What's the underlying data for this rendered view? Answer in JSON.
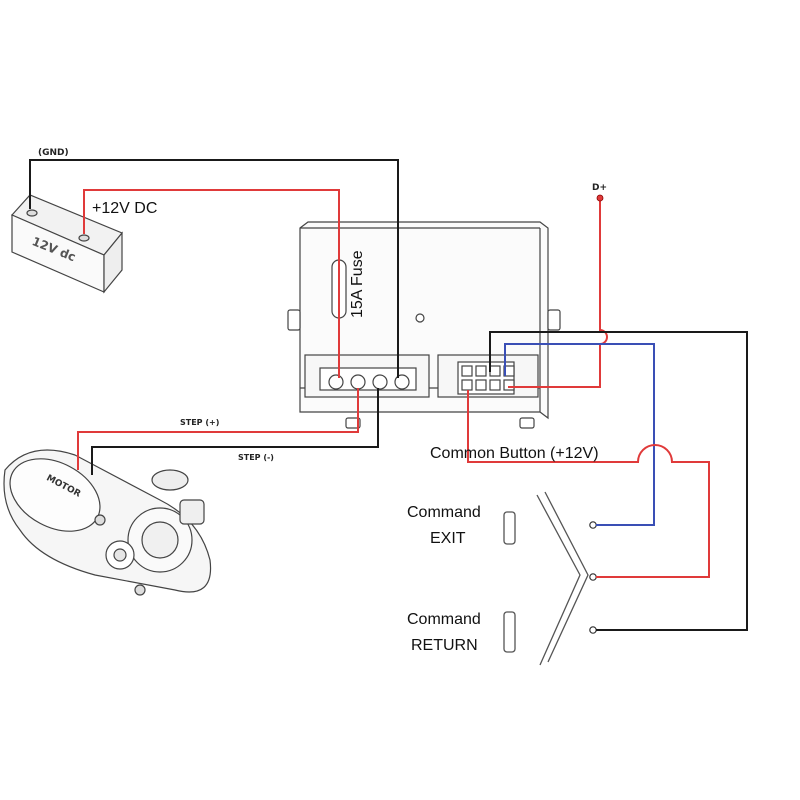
{
  "labels": {
    "gnd": "(GND)",
    "plus12v": "+12V DC",
    "battery_text": "12V dc",
    "fuse": "15A Fuse",
    "d_plus": "D+",
    "step_plus": "STEP (+)",
    "step_minus": "STEP (-)",
    "motor": "MOTOR",
    "common_button": "Common Button (+12V)",
    "command_exit_1": "Command",
    "command_exit_2": "EXIT",
    "command_return_1": "Command",
    "command_return_2": "RETURN"
  },
  "colors": {
    "ground_wire": "#1a1a1a",
    "positive_wire": "#e03a3a",
    "signal_wire": "#3a4fb5",
    "outline": "#444444"
  }
}
